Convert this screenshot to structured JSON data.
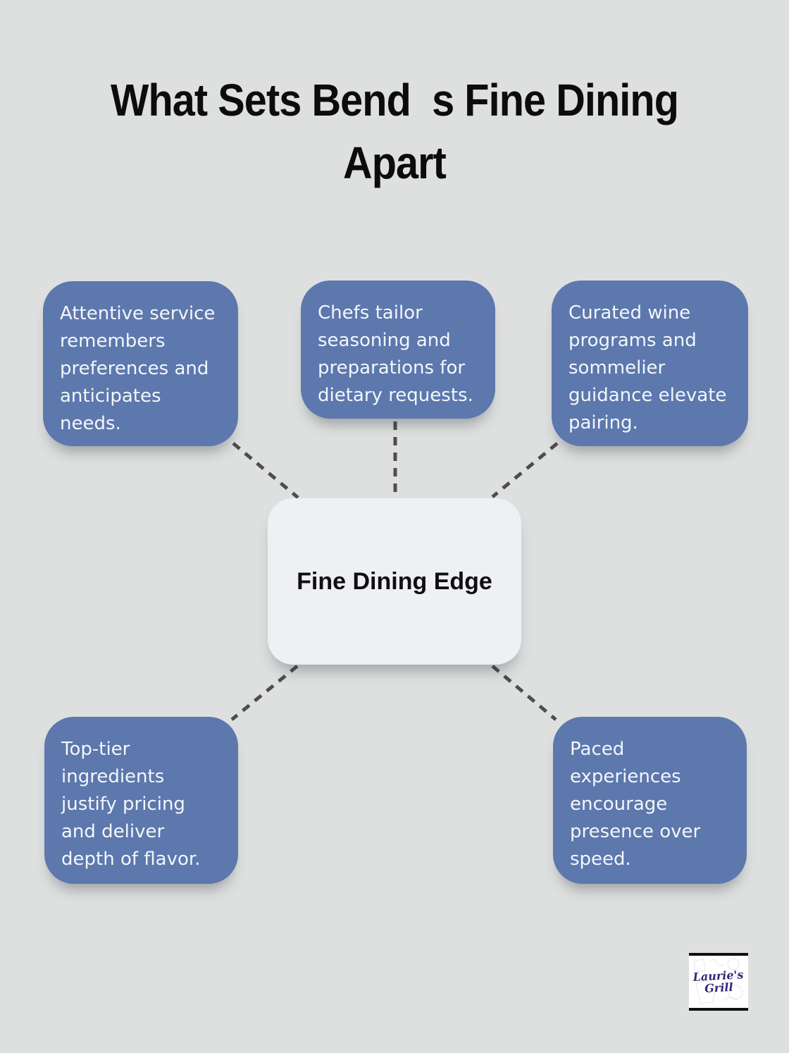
{
  "title": {
    "line1": "What Sets Bend  s Fine Dining",
    "line2": "Apart"
  },
  "center": {
    "label": "Fine Dining Edge"
  },
  "nodes": [
    {
      "id": "attentive-service",
      "text": "Attentive service remembers preferences and anticipates needs."
    },
    {
      "id": "chefs-tailor",
      "text": "Chefs tailor seasoning and preparations for dietary requests."
    },
    {
      "id": "curated-wine",
      "text": "Curated wine programs and sommelier guidance elevate pairing."
    },
    {
      "id": "top-tier-ingredients",
      "text": "Top-tier ingredients justify pricing and deliver depth of flavor."
    },
    {
      "id": "paced-experiences",
      "text": "Paced experiences encourage presence over speed."
    }
  ],
  "logo": {
    "line1": "Laurie's",
    "line2": "Grill"
  },
  "colors": {
    "background": "#dedfdf",
    "node_fill": "#5c78ad",
    "node_text": "#f4f6fa",
    "center_fill": "#eff0f3",
    "center_text": "#0f0f0f",
    "connector": "#4d4d4d",
    "title_text": "#0c0c0c",
    "logo_text": "#322a78"
  }
}
